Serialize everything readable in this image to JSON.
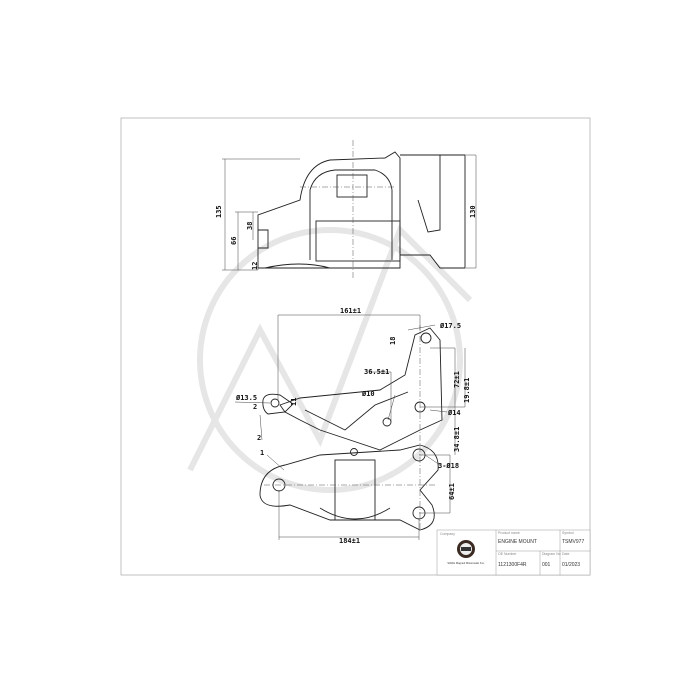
{
  "drawing": {
    "top_view_dimensions": {
      "overall_height_left": "135",
      "height_66": "66",
      "height_38": "38",
      "height_12": "12",
      "overall_height_right": "130"
    },
    "bottom_view_dimensions": {
      "width_161": "161±1",
      "dia_17_5": "Ø17.5",
      "dim_18": "18",
      "dim_36_5": "36.5±1",
      "dim_72": "72±1",
      "dim_19_8": "19.8±1",
      "dia_13_5": "Ø13.5",
      "dia_10": "Ø10",
      "dia_14": "Ø14",
      "dim_2": "2",
      "dim_11": "11",
      "label_2": "2",
      "label_1": "1",
      "dim_34_8": "34.8±1",
      "holes": "3-Ø18",
      "dim_64": "64±1",
      "width_184": "184±1"
    }
  },
  "title_block": {
    "company_label": "Company",
    "company_text": "SWAG Magneti Motorowski S.A.",
    "product_name_label": "Product name",
    "product_name": "ENGINE MOUNT",
    "symbol_label": "Symbol",
    "symbol": "TSMV977",
    "oe_number_label": "OE Number",
    "oe_number": "1121300F4R",
    "diagram_no_label": "Diagram No",
    "diagram_no": "001",
    "date_label": "Date",
    "date": "01/2023"
  }
}
